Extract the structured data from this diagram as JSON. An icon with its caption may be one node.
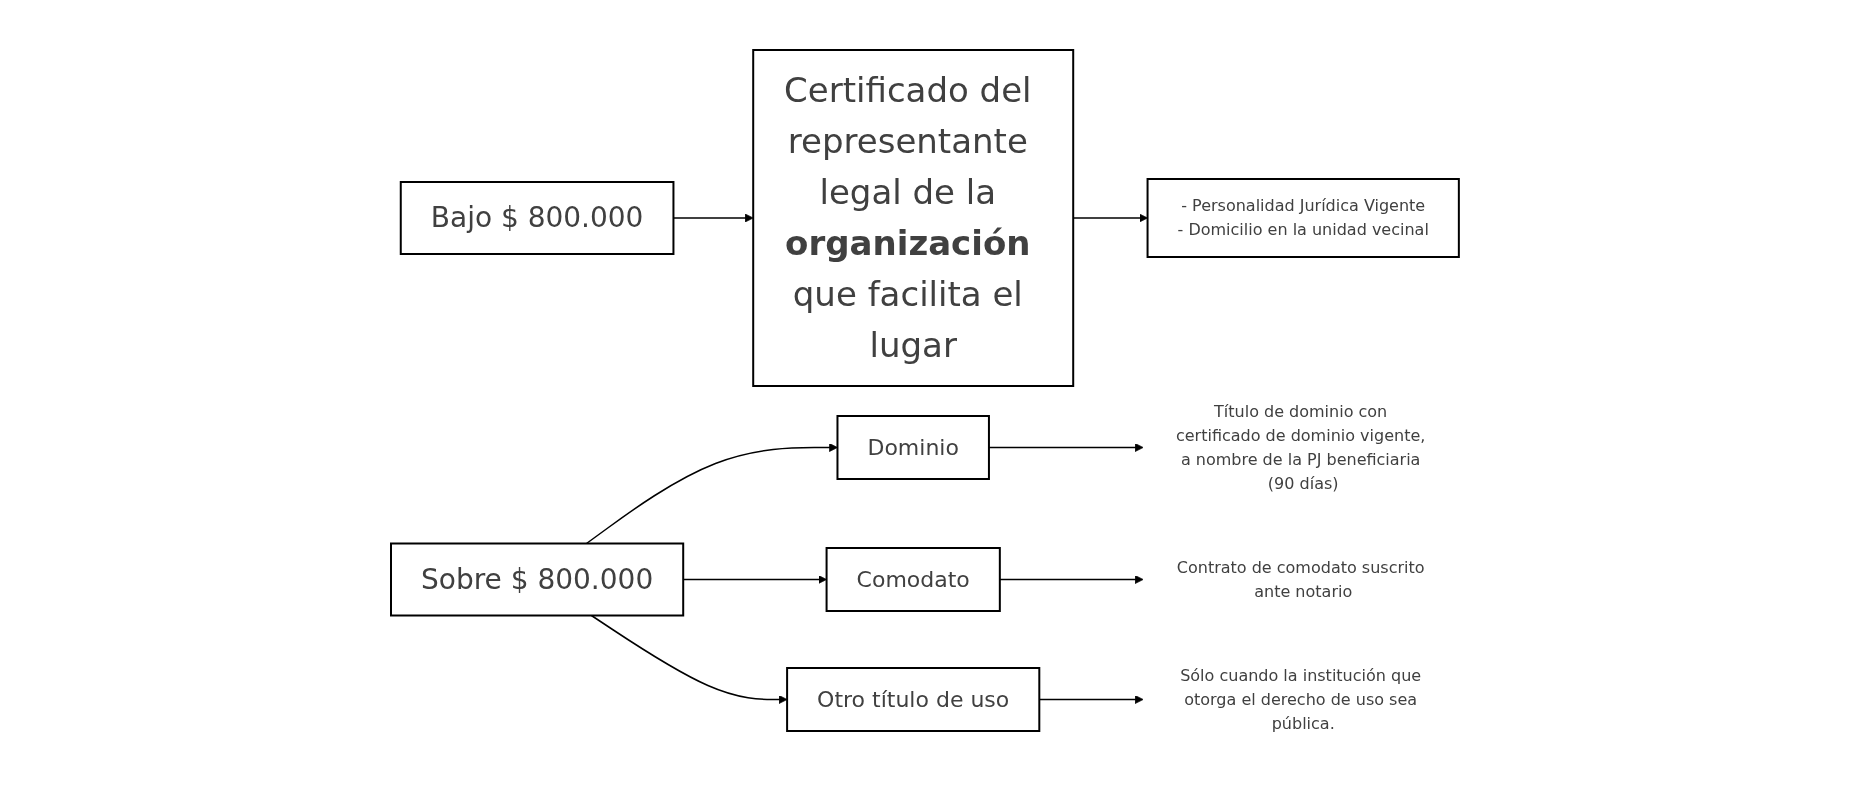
{
  "diagram": {
    "nodes": [
      {
        "text": [
          "Bajo $ 800.000"
        ]
      },
      {
        "text": [
          "Certificado del representante legal de la **organización** que facilita el lugar"
        ]
      },
      {
        "text": [
          "- Personalidad Jurídica Vigente",
          "- Domicilio en la unidad vecinal"
        ]
      },
      {
        "text": [
          "Sobre $ 800.000"
        ]
      },
      {
        "text": [
          "Dominio"
        ]
      },
      {
        "text": [
          "Comodato"
        ]
      },
      {
        "text": [
          "Otro título de uso"
        ]
      },
      {
        "text": [
          "Título de dominio con certificado de dominio vigente, a nombre de la PJ beneficiaria (90 días)"
        ]
      },
      {
        "text": [
          "Contrato de comodato suscrito ante notario"
        ]
      },
      {
        "text": [
          "Sólo cuando la institución que otorga el derecho de uso sea pública."
        ]
      }
    ],
    "edges": [
      {
        "from": 0,
        "to": 1,
        "arrow": "to"
      },
      {
        "from": 1,
        "to": 2,
        "arrow": "to"
      },
      {
        "from": 3,
        "to": 4,
        "arrow": "to"
      },
      {
        "from": 3,
        "to": 5,
        "arrow": "to"
      },
      {
        "from": 3,
        "to": 6,
        "arrow": "to"
      },
      {
        "from": 4,
        "to": 7,
        "arrow": "to"
      },
      {
        "from": 5,
        "to": 8,
        "arrow": "to"
      },
      {
        "from": 6,
        "to": 9,
        "arrow": "to"
      }
    ]
  }
}
